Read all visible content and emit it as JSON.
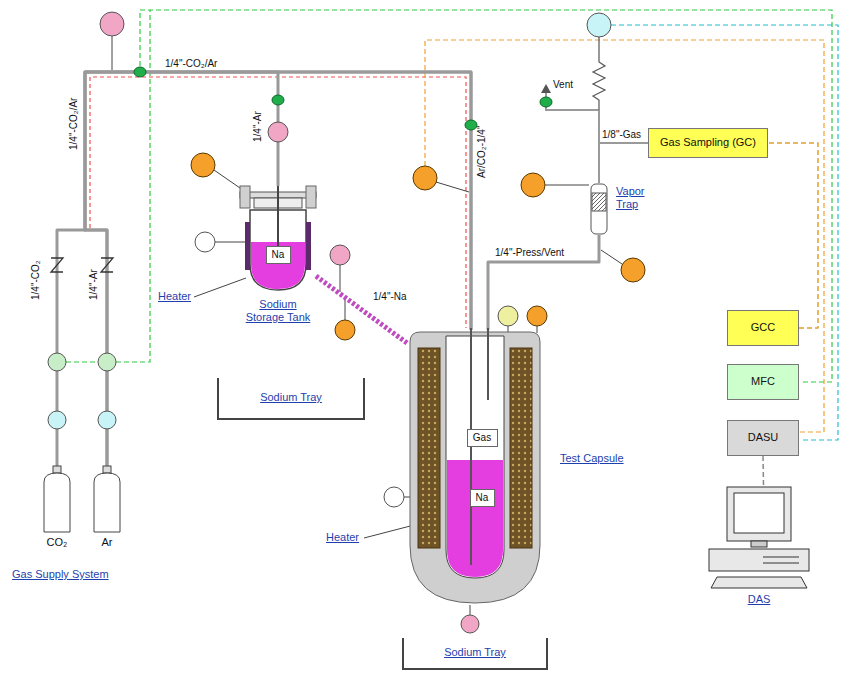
{
  "diagram": {
    "nodes": [
      {
        "text": [
          "Gas Sampling (GC)"
        ]
      },
      {
        "text": [
          "Vapor Trap"
        ]
      },
      {
        "text": [
          "Sodium Storage Tank"
        ]
      },
      {
        "text": [
          "Na"
        ],
        "in": 2
      },
      {
        "text": [
          "Sodium Tray"
        ]
      },
      {
        "text": [
          "Test Capsule"
        ]
      },
      {
        "text": [
          "Gas"
        ],
        "in": 5
      },
      {
        "text": [
          "Na"
        ],
        "in": 5
      },
      {
        "text": [
          "GCC"
        ]
      },
      {
        "text": [
          "MFC"
        ]
      },
      {
        "text": [
          "DASU"
        ]
      },
      {
        "text": [
          "DAS"
        ]
      },
      {
        "text": [
          "CO₂"
        ]
      },
      {
        "text": [
          "Ar"
        ]
      },
      {
        "text": [
          "Sodium Tray"
        ]
      }
    ],
    "edges": [
      {
        "from": 12,
        "to": 5,
        "arrow": "none"
      },
      {
        "from": 13,
        "to": 5,
        "arrow": "none"
      },
      {
        "from": 13,
        "to": 2,
        "arrow": "none"
      },
      {
        "from": 2,
        "to": 5,
        "label": "1/4\"-Na",
        "arrow": "none"
      },
      {
        "from": 5,
        "to": 1,
        "label": "1/4\"-Press/Vent",
        "arrow": "none"
      },
      {
        "from": 1,
        "to": 0,
        "label": "1/8\"-Gas",
        "arrow": "none"
      },
      {
        "from": 8,
        "to": 0,
        "arrow": "none"
      },
      {
        "from": 10,
        "to": 11,
        "arrow": "none"
      }
    ],
    "labels": [
      "1/4\"-CO₂/Ar",
      "1/4\"-CO₂/Ar",
      "1/4\"-Ar",
      "Ar/CO₂-1/4\"",
      "1/4\"-CO₂",
      "1/4\"-Ar",
      "Vent",
      "Heater",
      "Heater",
      "Gas Supply System"
    ]
  }
}
